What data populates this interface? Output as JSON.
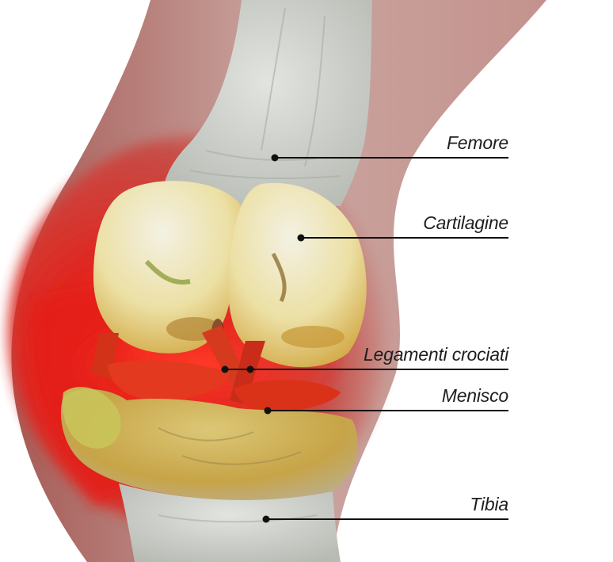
{
  "labels": {
    "femore": "Femore",
    "cartilagine": "Cartilagine",
    "legamenti": "Legamenti crociati",
    "menisco": "Menisco",
    "tibia": "Tibia"
  },
  "colors": {
    "inflammation": "#d0181a",
    "bone": "#cfd2cc",
    "cartilage": "#e9dc8e",
    "ligament": "#d8361c",
    "leader": "#111111"
  },
  "subject": "knee-joint-anatomy"
}
